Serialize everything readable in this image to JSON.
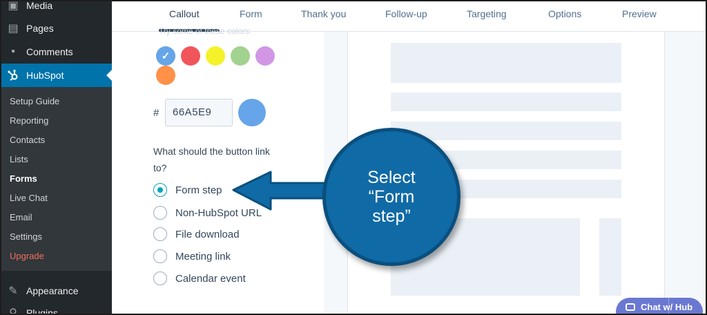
{
  "sidebar": {
    "top_items": [
      {
        "label": "Media",
        "icon": "media-icon"
      },
      {
        "label": "Pages",
        "icon": "pages-icon"
      },
      {
        "label": "Comments",
        "icon": "comments-icon"
      },
      {
        "label": "HubSpot",
        "icon": "hubspot-sprocket-icon"
      }
    ],
    "submenu": [
      "Setup Guide",
      "Reporting",
      "Contacts",
      "Lists",
      "Forms",
      "Live Chat",
      "Email",
      "Settings",
      "Upgrade"
    ],
    "current_submenu": "Forms",
    "bottom_items": [
      {
        "label": "Appearance",
        "icon": "appearance-icon"
      },
      {
        "label": "Plugins",
        "icon": "plugins-icon"
      }
    ]
  },
  "tabs": [
    "Callout",
    "Form",
    "Thank you",
    "Follow-up",
    "Targeting",
    "Options",
    "Preview"
  ],
  "active_tab": "Callout",
  "editor": {
    "cut_off_text": "Try some of these colors:",
    "swatches": [
      {
        "color": "#66A5E9",
        "selected": true,
        "check": "✓"
      },
      {
        "color": "#F2545B",
        "selected": false
      },
      {
        "color": "#F5F22C",
        "selected": false
      },
      {
        "color": "#A2D28F",
        "selected": false
      },
      {
        "color": "#D197E5",
        "selected": false
      },
      {
        "color": "#FF9149",
        "selected": false
      }
    ],
    "hash_symbol": "#",
    "hex_value": "66A5E9",
    "question": "What should the button link to?",
    "options": [
      {
        "label": "Form step",
        "checked": true
      },
      {
        "label": "Non-HubSpot URL",
        "checked": false
      },
      {
        "label": "File download",
        "checked": false
      },
      {
        "label": "Meeting link",
        "checked": false
      },
      {
        "label": "Calendar event",
        "checked": false
      }
    ]
  },
  "callout": {
    "line1": "Select",
    "line2": "“Form",
    "line3": "step”",
    "color": "#0F6AA6"
  },
  "chat_widget": {
    "label": "Chat w/ Hub"
  }
}
